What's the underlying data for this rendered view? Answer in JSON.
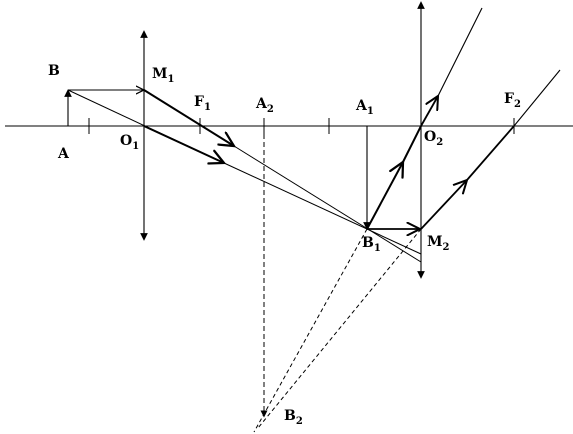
{
  "labels": {
    "B": {
      "main": "B",
      "sub": ""
    },
    "M1": {
      "main": "M",
      "sub": "1"
    },
    "F1": {
      "main": "F",
      "sub": "1"
    },
    "A2": {
      "main": "A",
      "sub": "2"
    },
    "A1": {
      "main": "A",
      "sub": "1"
    },
    "F2": {
      "main": "F",
      "sub": "2"
    },
    "A": {
      "main": "A",
      "sub": ""
    },
    "O1": {
      "main": "O",
      "sub": "1"
    },
    "O2": {
      "main": "O",
      "sub": "2"
    },
    "B1": {
      "main": "B",
      "sub": "1"
    },
    "M2": {
      "main": "M",
      "sub": "2"
    },
    "B2": {
      "main": "B",
      "sub": "2"
    }
  },
  "colors": {
    "ink": "#000000",
    "background": "#ffffff"
  }
}
